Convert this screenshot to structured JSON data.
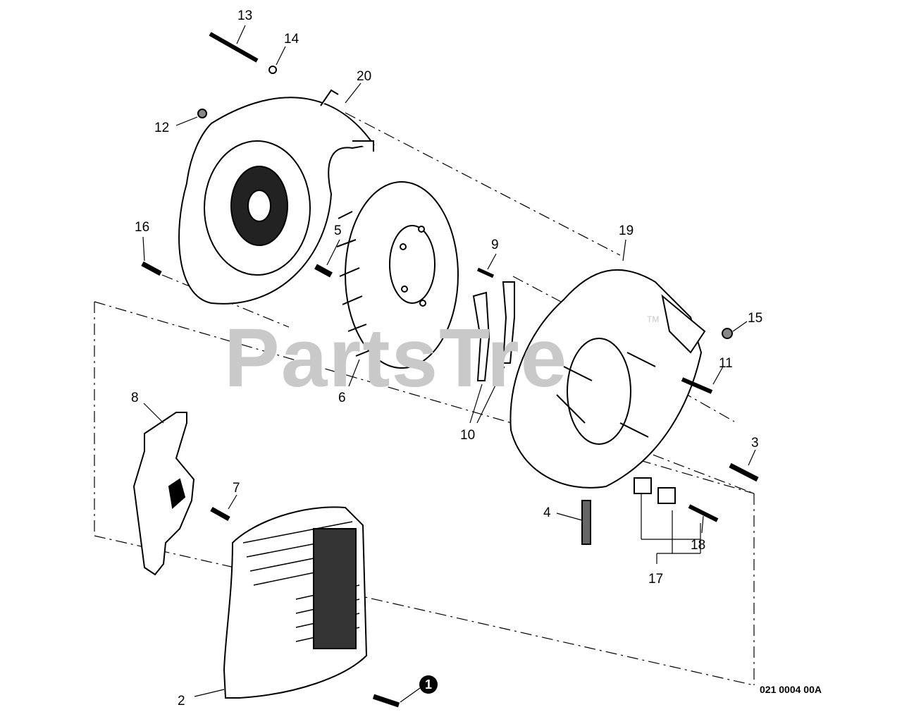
{
  "watermark": "PartsTre",
  "watermark_tm": "TM",
  "drawing_code": "021 0004 00A",
  "circled_callout": "1",
  "callouts": {
    "c13": "13",
    "c14": "14",
    "c20": "20",
    "c12": "12",
    "c16": "16",
    "c5": "5",
    "c9": "9",
    "c19": "19",
    "c15": "15",
    "c11": "11",
    "c6": "6",
    "c10": "10",
    "c8": "8",
    "c3": "3",
    "c7": "7",
    "c4": "4",
    "c18": "18",
    "c17": "17",
    "c2": "2"
  }
}
